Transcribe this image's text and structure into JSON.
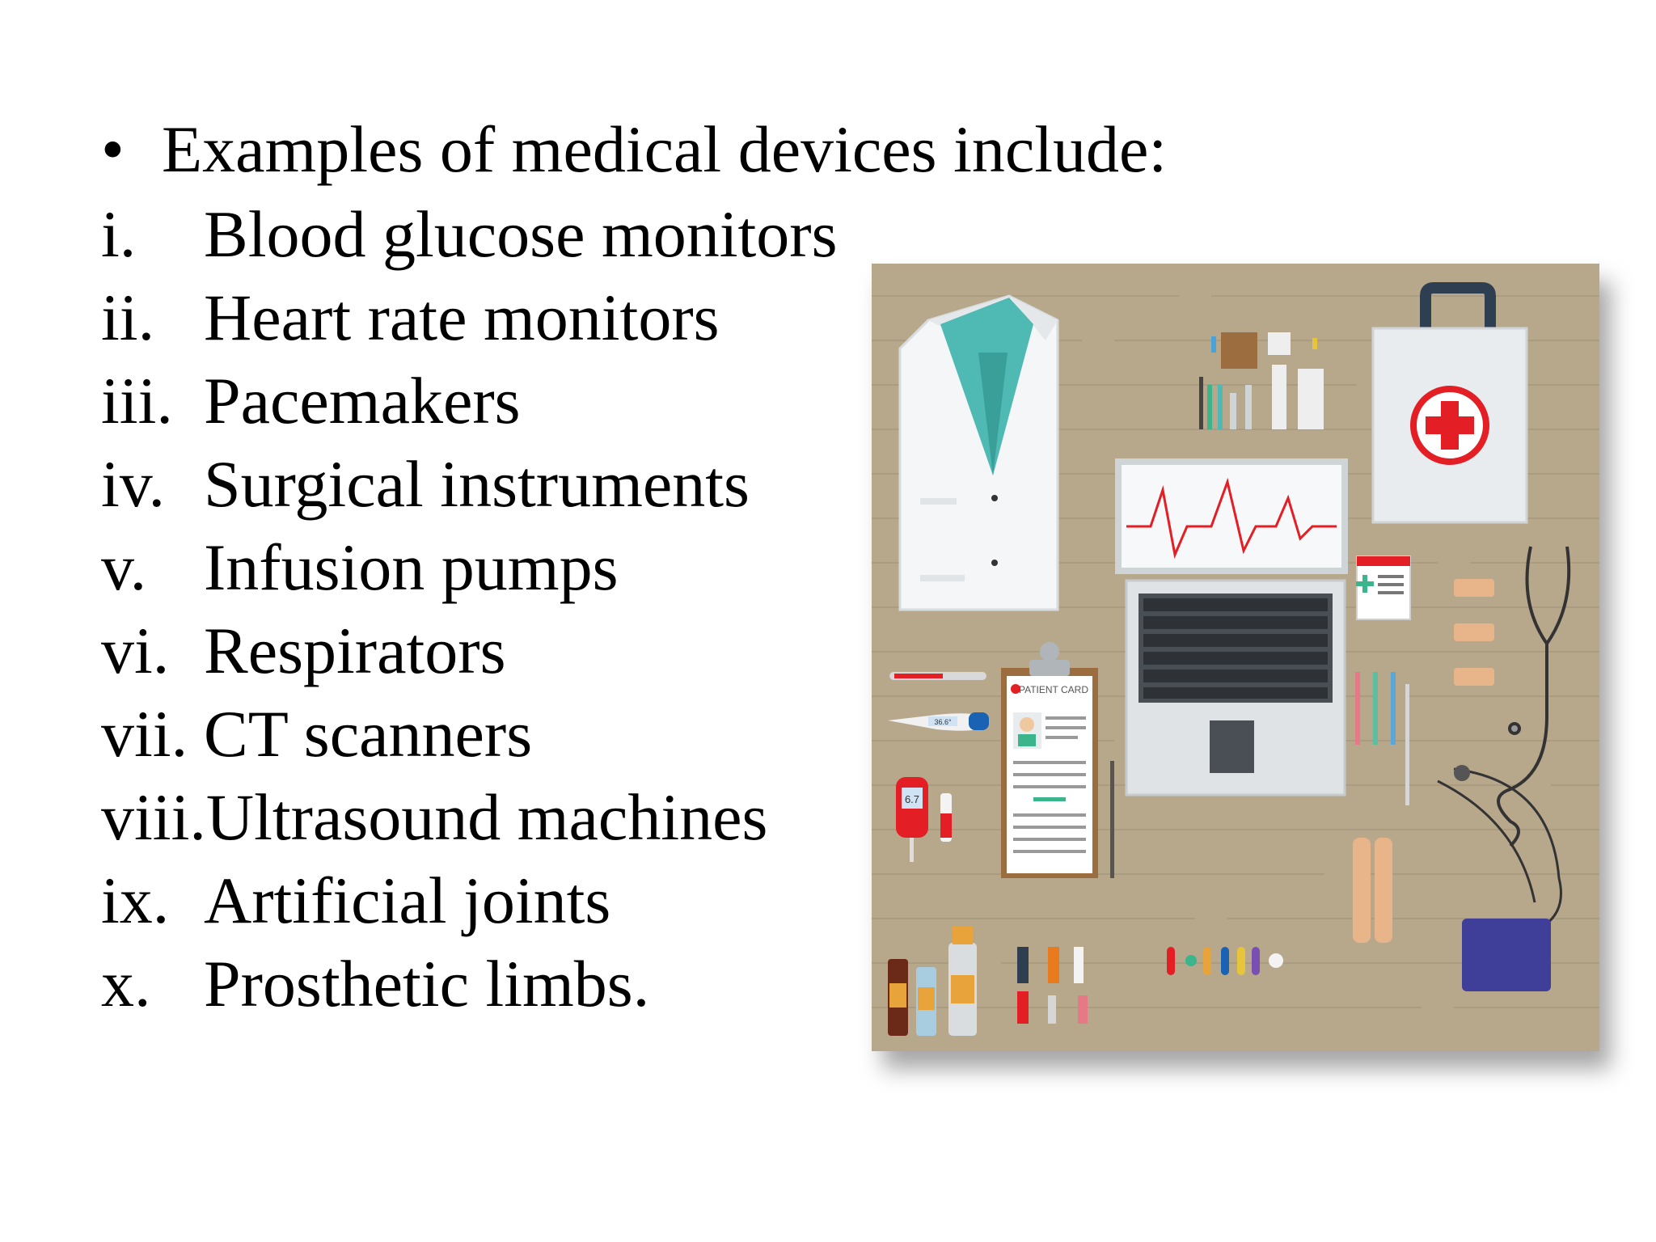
{
  "heading": {
    "bullet": "•",
    "text": "Examples of medical devices include:"
  },
  "items": [
    {
      "num": "i.",
      "label": "Blood glucose monitors"
    },
    {
      "num": "ii.",
      "label": "Heart rate monitors"
    },
    {
      "num": "iii.",
      "label": "Pacemakers"
    },
    {
      "num": "iv.",
      "label": "Surgical instruments"
    },
    {
      "num": "v.",
      "label": "Infusion pumps"
    },
    {
      "num": "vi.",
      "label": "Respirators"
    },
    {
      "num": "vii.",
      "label": "CT scanners"
    },
    {
      "num": "viii.",
      "label": "Ultrasound machines"
    },
    {
      "num": "ix.",
      "label": "Artificial joints"
    },
    {
      "num": "x.",
      "label": "Prosthetic limbs."
    }
  ],
  "illustration": {
    "patient_card_label": "PATIENT CARD",
    "glucose_reading": "6.7",
    "thermometer_reading": "36.6°",
    "colors": {
      "wood": "#b7a88c",
      "coat": "#f4f6f7",
      "teal": "#4fb9b3",
      "red_cross": "#e31e24",
      "laptop": "#dfe3e6",
      "cuff": "#3f3f9a"
    }
  }
}
